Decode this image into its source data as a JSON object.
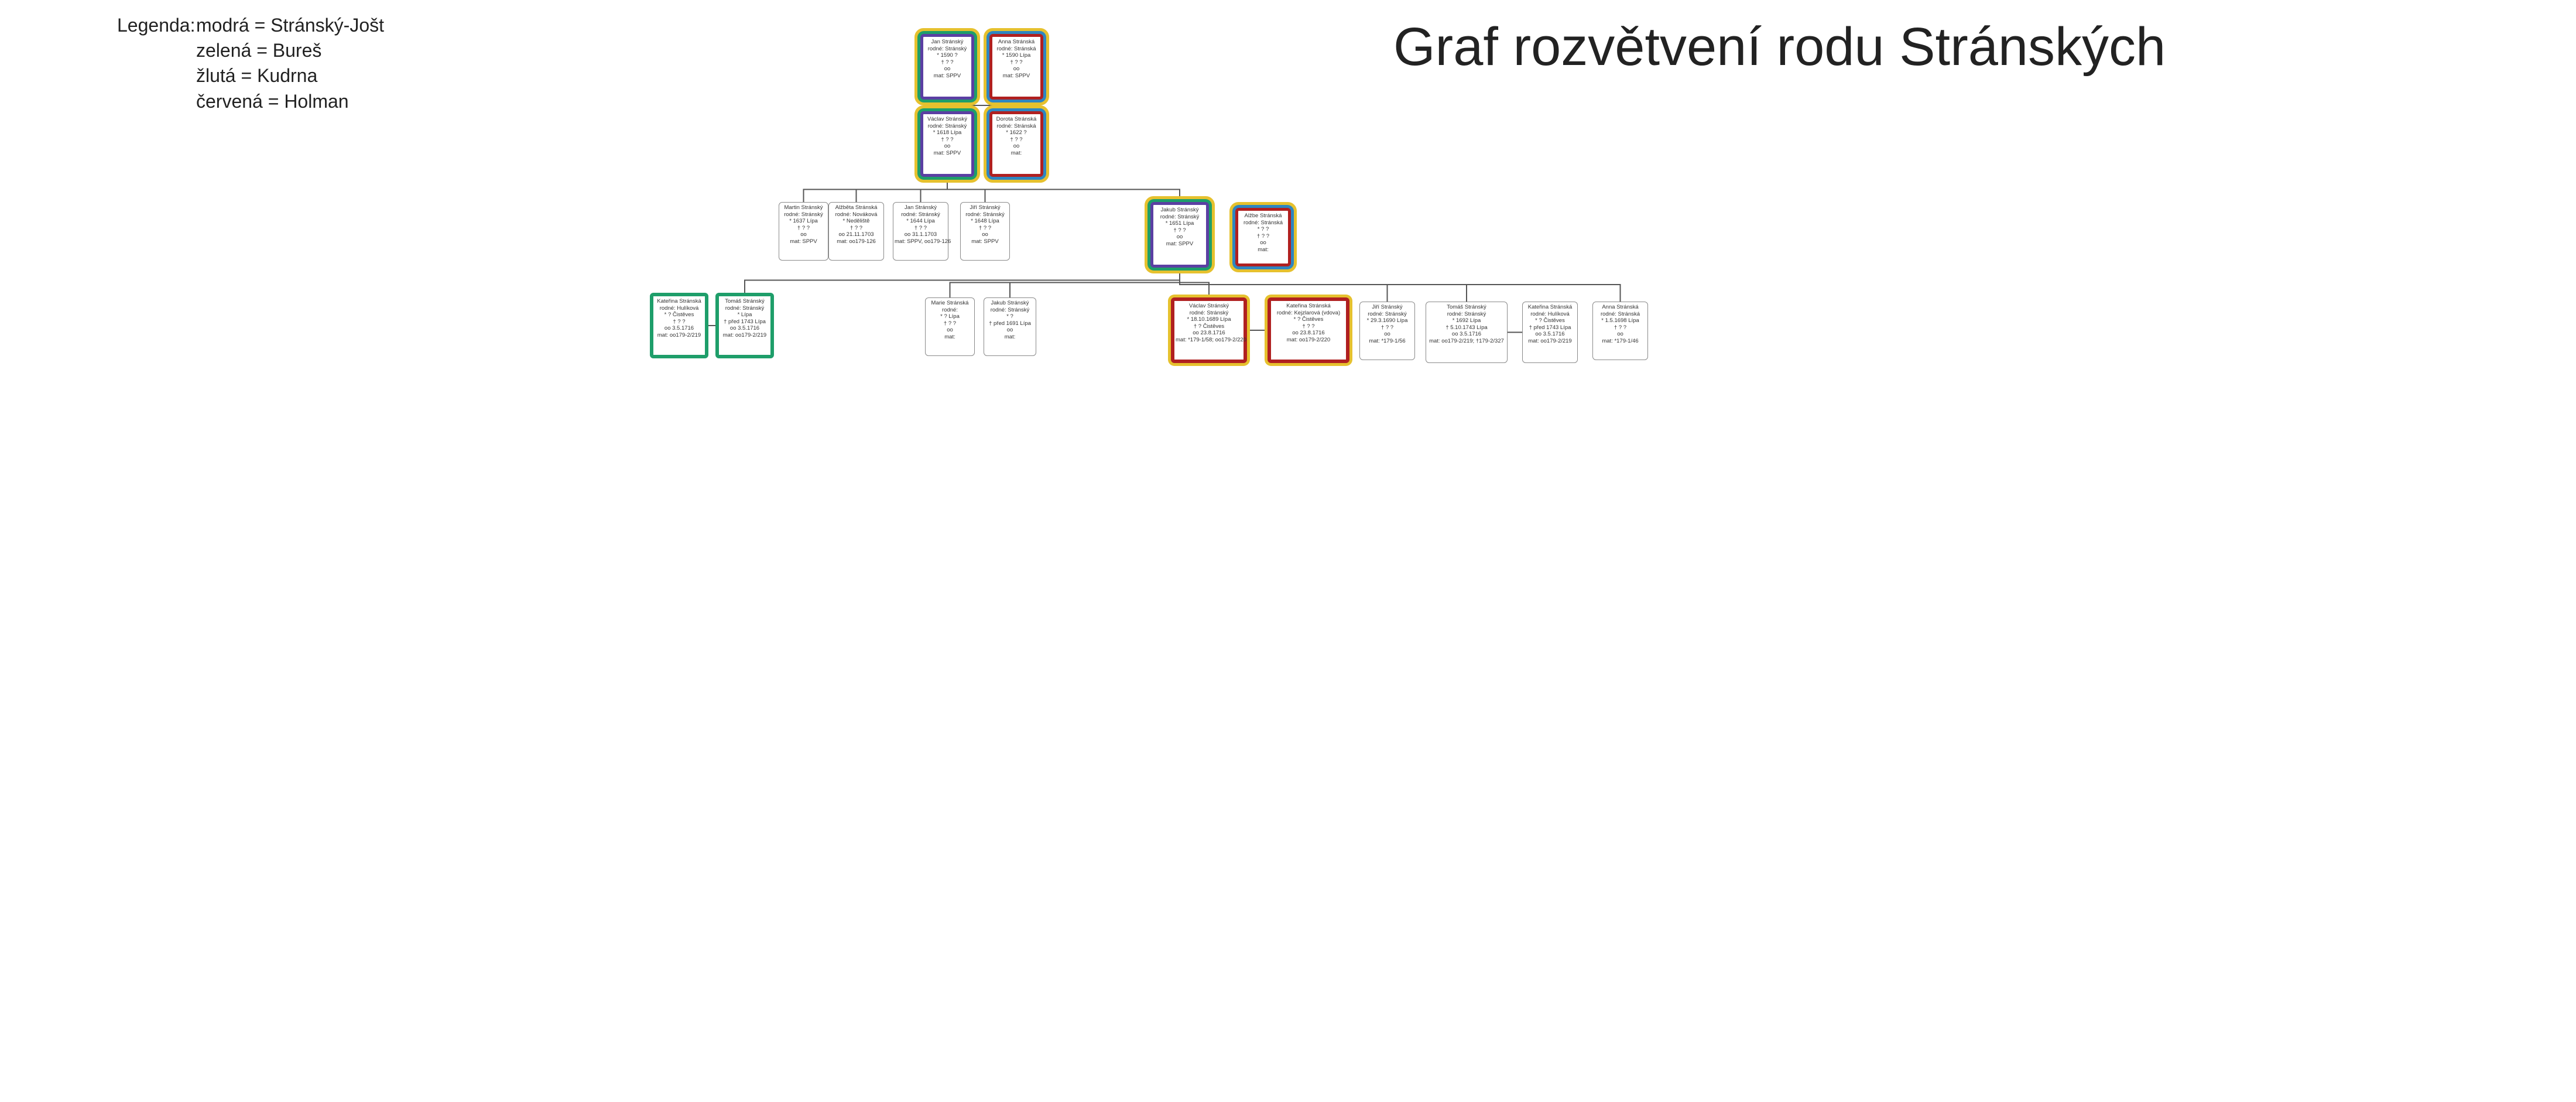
{
  "legend": {
    "title": "Legenda:",
    "rows": [
      "modrá = Stránský-Jošt",
      "zelená = Bureš",
      "žlutá = Kudrna",
      "červená = Holman"
    ]
  },
  "page_title": "Graf rozvětvení rodu Stránských",
  "colors": {
    "blue": "#2e86c1",
    "green": "#1e9e6a",
    "yellow": "#e6c12e",
    "red": "#b02020",
    "line": "#555555"
  },
  "persons": [
    {
      "id": "p1",
      "lines": [
        "Jan Stránský",
        "rodné: Stránský",
        "* 1590 ?",
        "† ? ?",
        "oo",
        "mat: SPPV"
      ]
    },
    {
      "id": "p2",
      "lines": [
        "Anna Stránská",
        "rodné: Stránská",
        "* 1590 Lípa",
        "† ? ?",
        "oo",
        "mat: SPPV"
      ]
    },
    {
      "id": "p3",
      "lines": [
        "Václav Stránský",
        "rodné: Stránský",
        "* 1618 Lípa",
        "† ? ?",
        "oo",
        "mat: SPPV"
      ]
    },
    {
      "id": "p4",
      "lines": [
        "Dorota Stránská",
        "rodné: Stránská",
        "* 1622 ?",
        "† ? ?",
        "oo",
        "mat:"
      ]
    },
    {
      "id": "p5",
      "lines": [
        "Martin Stránský",
        "rodné: Stránský",
        "* 1637 Lípa",
        "† ? ?",
        "oo",
        "mat: SPPV"
      ]
    },
    {
      "id": "p6",
      "lines": [
        "Alžběta Stránská",
        "rodné: Nováková",
        "* Neděliště",
        "† ? ?",
        "oo 21.11.1703",
        "mat: oo179-126"
      ]
    },
    {
      "id": "p7",
      "lines": [
        "Jan Stránský",
        "rodné: Stránský",
        "* 1644 Lípa",
        "† ? ?",
        "oo 31.1.1703",
        "mat: SPPV, oo179-126"
      ]
    },
    {
      "id": "p8",
      "lines": [
        "Jiří Stránský",
        "rodné: Stránský",
        "* 1648 Lípa",
        "† ? ?",
        "oo",
        "mat: SPPV"
      ]
    },
    {
      "id": "p9",
      "lines": [
        "Jakub Stránský",
        "rodné: Stránský",
        "* 1651 Lípa",
        "† ? ?",
        "oo",
        "mat: SPPV"
      ]
    },
    {
      "id": "p10",
      "lines": [
        "Alžbe Stránská",
        "rodné: Stránská",
        "* ? ?",
        "† ? ?",
        "oo",
        "mat:"
      ]
    },
    {
      "id": "p11",
      "lines": [
        "Kateřina Stránská",
        "rodné: Hulíková",
        "* ? Čistěves",
        "† ? ?",
        "oo 3.5.1716",
        "mat: oo179-2/219"
      ]
    },
    {
      "id": "p12",
      "lines": [
        "Tomáš Stránský",
        "rodné: Stránský",
        "* Lípa",
        "† před 1743 Lípa",
        "oo 3.5.1716",
        "mat: oo179-2/219"
      ]
    },
    {
      "id": "p13",
      "lines": [
        "Marie Stránská",
        "rodné:",
        "* ? Lípa",
        "† ? ?",
        "oo",
        "mat:"
      ]
    },
    {
      "id": "p14",
      "lines": [
        "Jakub Stránský",
        "rodné: Stránský",
        "* ?",
        "† před 1691 Lípa",
        "oo",
        "mat:"
      ]
    },
    {
      "id": "p15",
      "lines": [
        "Václav Stránský",
        "rodné: Stránský",
        "* 18.10.1689 Lípa",
        "† ? Čistěves",
        "oo 23.8.1716",
        "mat: *179-1/58; oo179-2/220"
      ]
    },
    {
      "id": "p16",
      "lines": [
        "Kateřina Stránská",
        "rodné: Kejzlarová (vdova)",
        "* ? Čistěves",
        "† ? ?",
        "oo 23.8.1716",
        "mat: oo179-2/220"
      ]
    },
    {
      "id": "p17",
      "lines": [
        "Jiří Stránský",
        "rodné: Stránský",
        "* 29.3.1690 Lípa",
        "† ? ?",
        "oo",
        "mat: *179-1/56"
      ]
    },
    {
      "id": "p18",
      "lines": [
        "Tomáš Stránský",
        "rodné: Stránský",
        "* 1692 Lípa",
        "† 5.10.1743 Lípa",
        "oo 3.5.1716",
        "mat: oo179-2/219; †179-2/327"
      ]
    },
    {
      "id": "p19",
      "lines": [
        "Kateřina Stránská",
        "rodné: Hulíková",
        "* ? Čistěves",
        "† před 1743 Lípa",
        "oo 3.5.1716",
        "mat: oo179-2/219"
      ]
    },
    {
      "id": "p20",
      "lines": [
        "Anna Stránská",
        "rodné: Stránská",
        "* 1.5.1698 Lípa",
        "† ? ?",
        "oo",
        "mat: *179-1/46"
      ]
    }
  ],
  "edges": [
    [
      "p1",
      "p3"
    ],
    [
      "p2",
      "p3"
    ],
    [
      "p3",
      "p5"
    ],
    [
      "p3",
      "p6"
    ],
    [
      "p3",
      "p7"
    ],
    [
      "p3",
      "p8"
    ],
    [
      "p3",
      "p9"
    ],
    [
      "p9",
      "p12"
    ],
    [
      "p9",
      "p13"
    ],
    [
      "p9",
      "p14"
    ],
    [
      "p9",
      "p15"
    ],
    [
      "p9",
      "p17"
    ],
    [
      "p9",
      "p18"
    ],
    [
      "p9",
      "p20"
    ],
    [
      "p12",
      "p11"
    ],
    [
      "p15",
      "p16"
    ],
    [
      "p18",
      "p19"
    ]
  ]
}
